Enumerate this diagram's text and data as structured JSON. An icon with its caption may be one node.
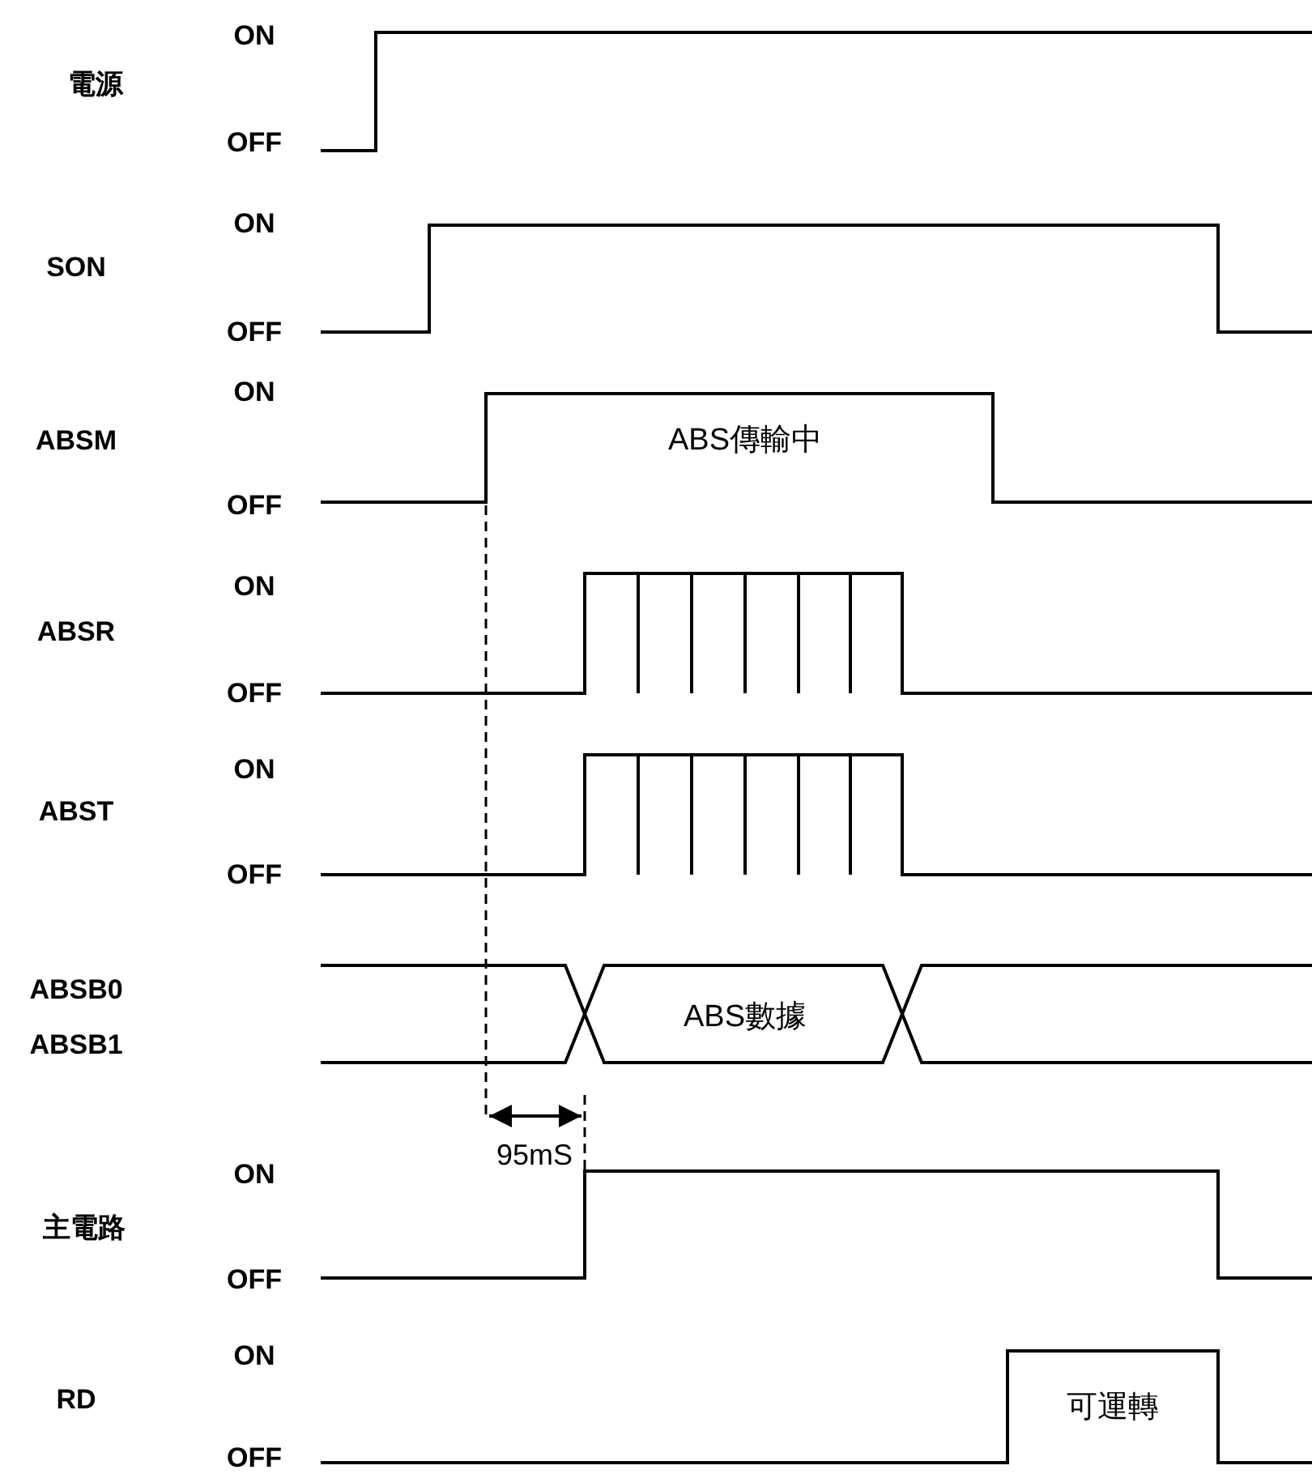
{
  "diagram": {
    "labels": [
      "ON",
      "電源",
      "OFF",
      "ON",
      "SON",
      "OFF",
      "ON",
      "ABSM",
      "ABS傳輸中",
      "OFF",
      "ON",
      "ABSR",
      "OFF",
      "ON",
      "ABST",
      "OFF",
      "ABSB0",
      "ABSB1",
      "ABS數據",
      "95mS",
      "ON",
      "主電路",
      "OFF",
      "ON",
      "RD",
      "可運轉",
      "OFF"
    ]
  }
}
